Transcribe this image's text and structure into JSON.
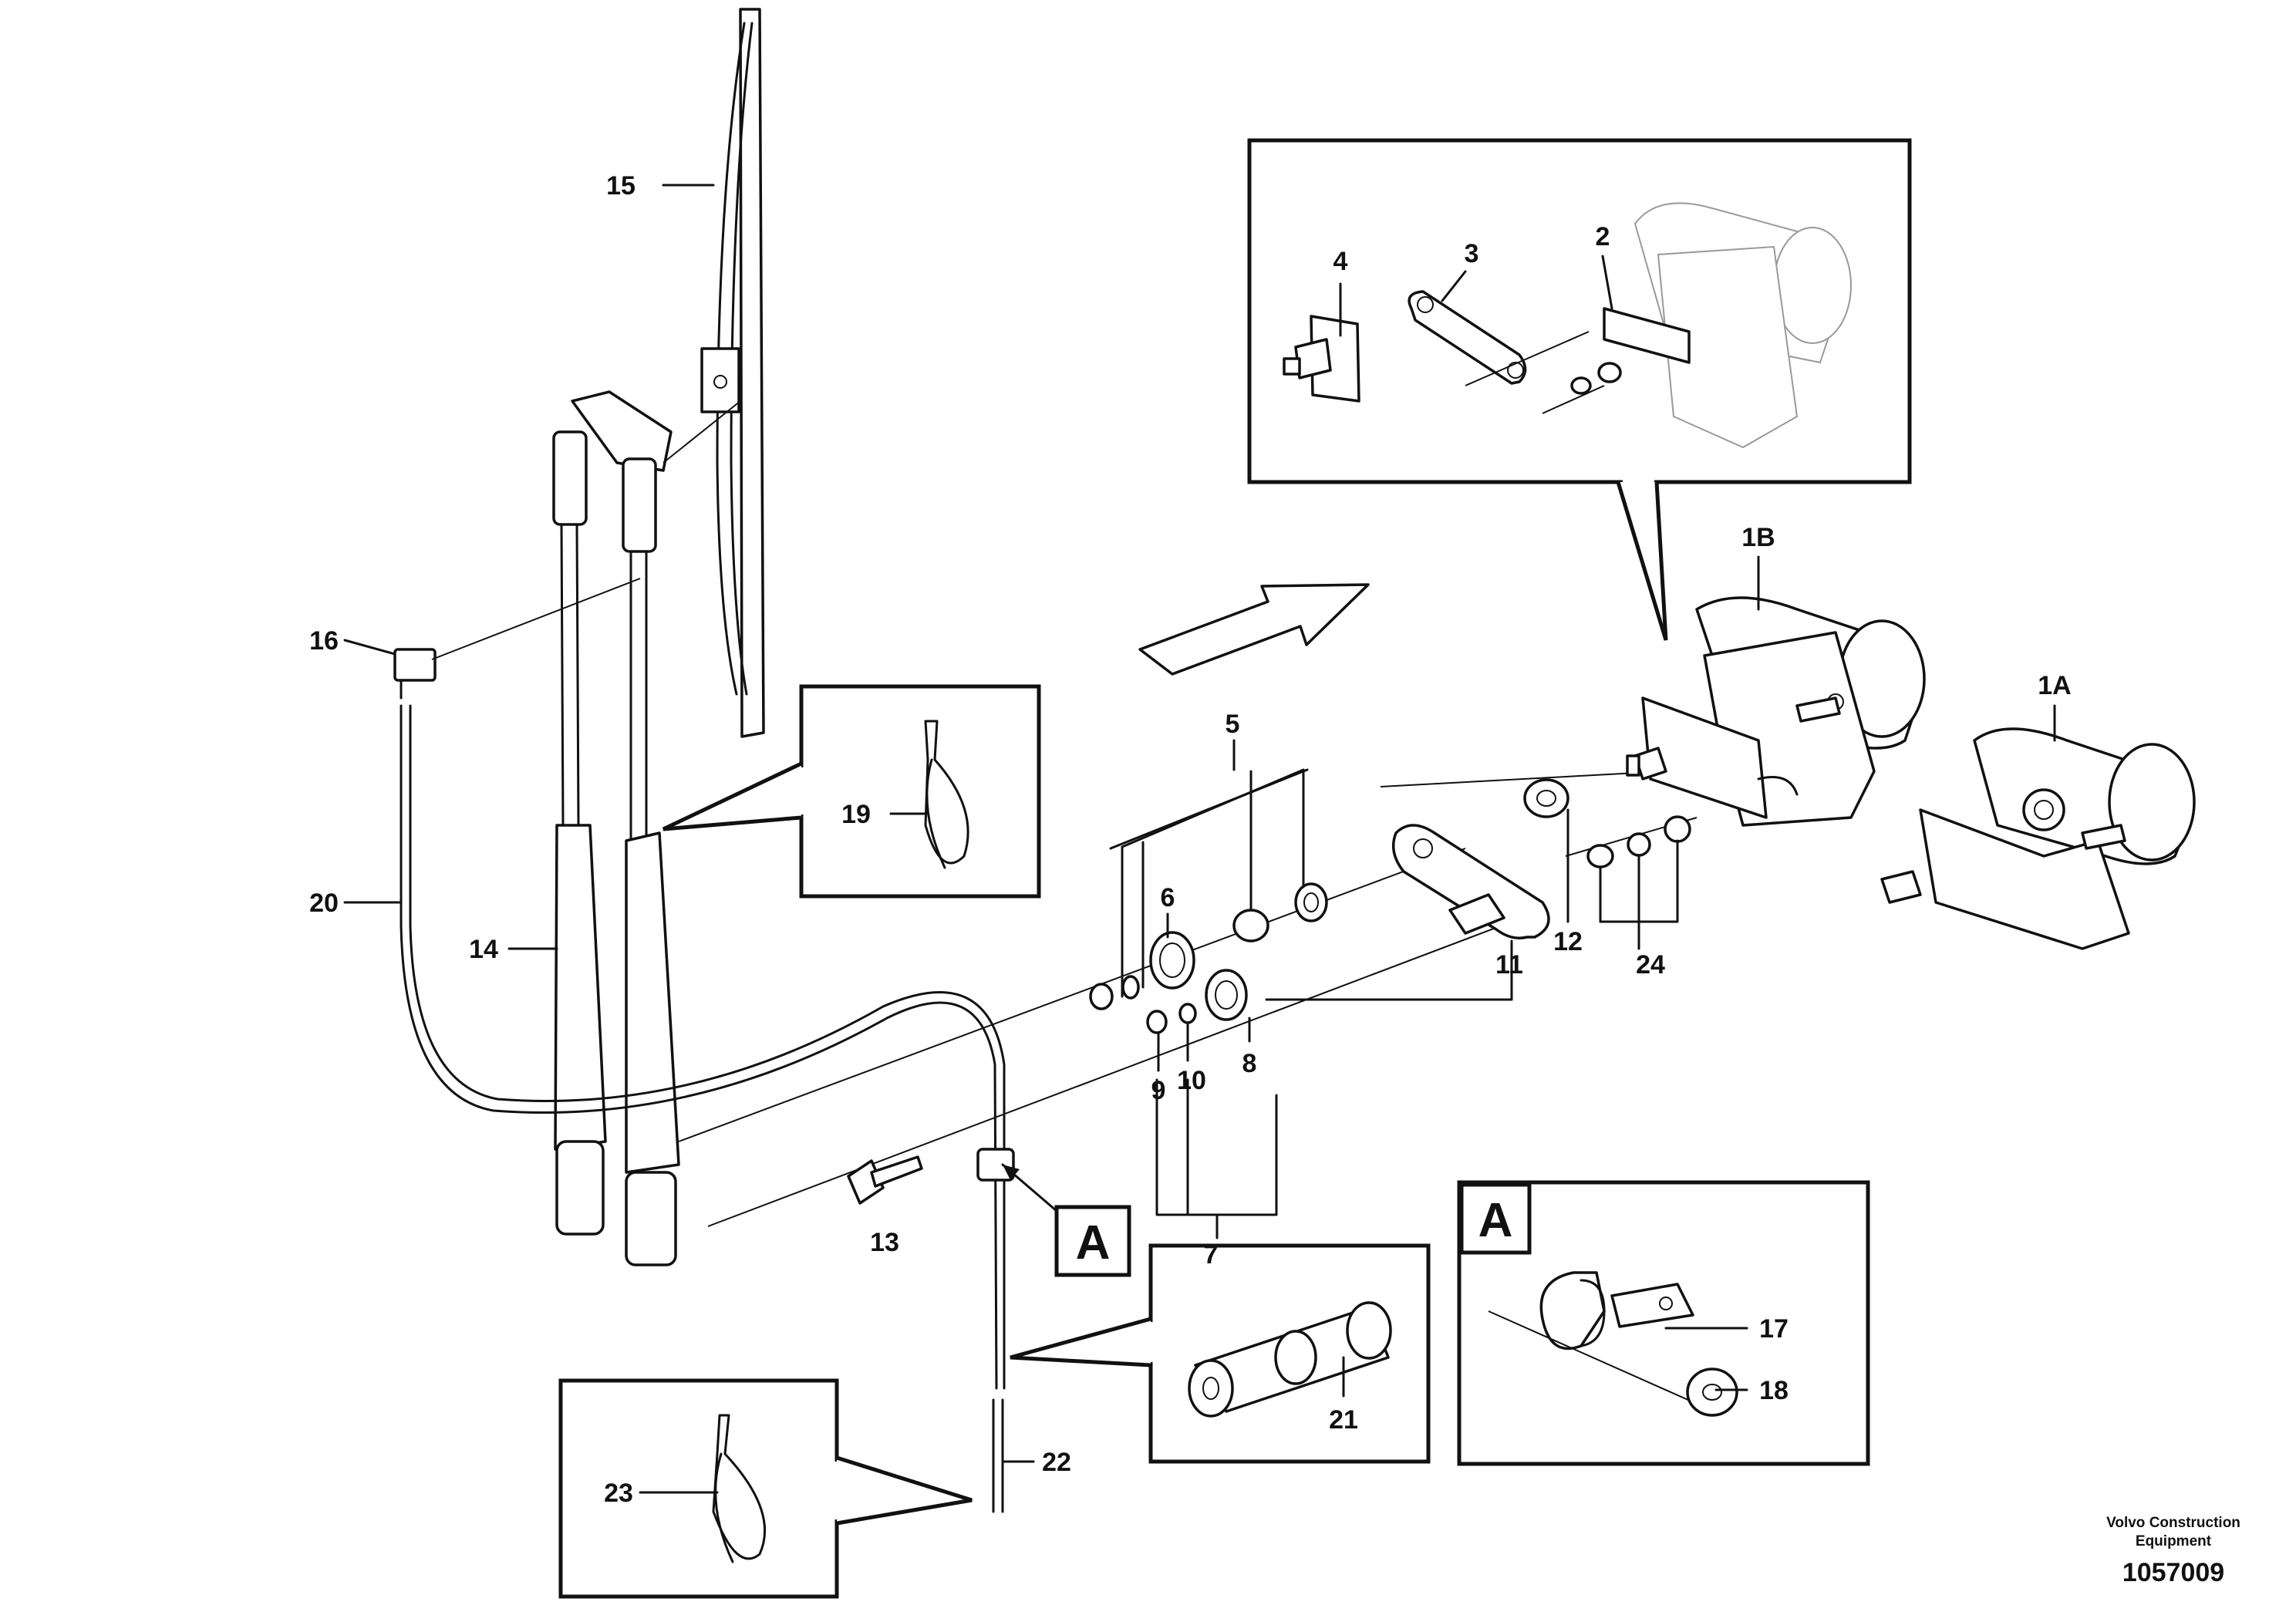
{
  "parts": {
    "p1a": "1A",
    "p1b": "1B",
    "p2": "2",
    "p3": "3",
    "p4": "4",
    "p5": "5",
    "p6": "6",
    "p7": "7",
    "p8": "8",
    "p9": "9",
    "p10": "10",
    "p11": "11",
    "p12": "12",
    "p13": "13",
    "p14": "14",
    "p15": "15",
    "p16": "16",
    "p17": "17",
    "p18": "18",
    "p19": "19",
    "p20": "20",
    "p21": "21",
    "p22": "22",
    "p23": "23",
    "p24": "24"
  },
  "detail_marker": "A",
  "detail_box_label": "A",
  "credit_line1": "Volvo Construction",
  "credit_line2": "Equipment",
  "document_number": "1057009"
}
